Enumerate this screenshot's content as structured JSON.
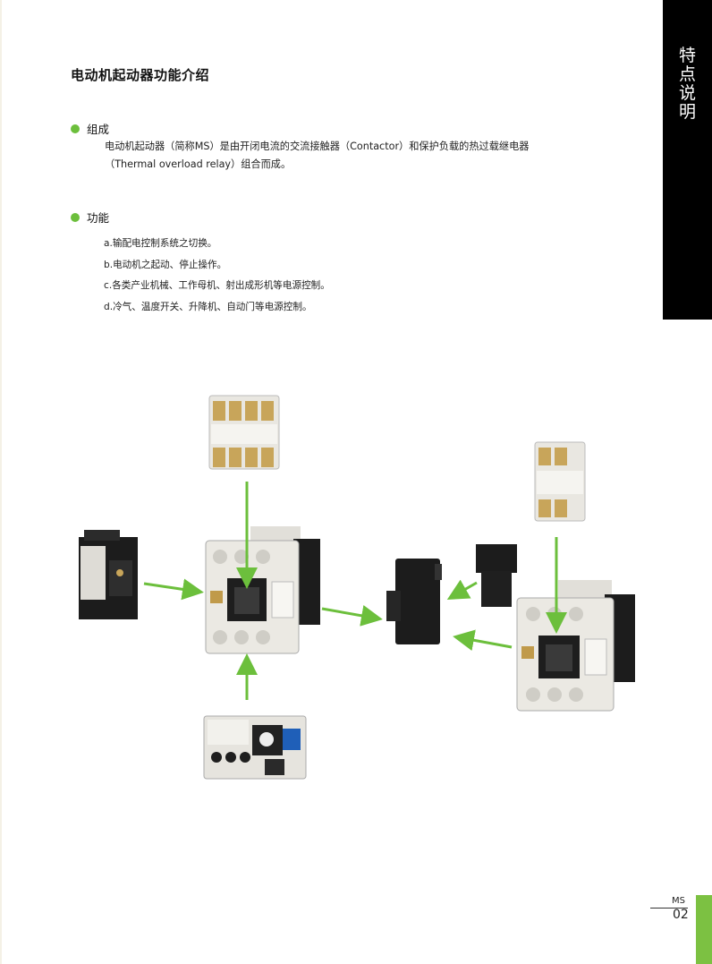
{
  "side_tab": {
    "chars": [
      "特",
      "点",
      "说",
      "明"
    ]
  },
  "title": "电动机起动器功能介绍",
  "composition": {
    "heading": "组成",
    "line1": "电动机起动器（简称MS）是由开闭电流的交流接触器（Contactor）和保护负载的热过载继电器",
    "line2": "（Thermal overload relay）组合而成。"
  },
  "functions": {
    "heading": "功能",
    "items": [
      "a.输配电控制系统之切换。",
      "b.电动机之起动、停止操作。",
      "c.各类产业机械、工作母机、射出成形机等电源控制。",
      "d.冷气、温度开关、升降机、自动门等电源控制。"
    ]
  },
  "footer": {
    "code": "MS",
    "page": "02"
  },
  "colors": {
    "accent_green": "#6cbf3c",
    "side_tab": "#000000",
    "arrow": "#6cbf3c"
  },
  "diagram": {
    "components": [
      {
        "name": "auxiliary-contact-block-4pole"
      },
      {
        "name": "side-auxiliary-contact"
      },
      {
        "name": "magnetic-contactor"
      },
      {
        "name": "thermal-overload-relay"
      },
      {
        "name": "mechanical-interlock"
      },
      {
        "name": "surge-absorber"
      },
      {
        "name": "auxiliary-contact-block-2pole"
      },
      {
        "name": "magnetic-contactor-2"
      }
    ]
  }
}
